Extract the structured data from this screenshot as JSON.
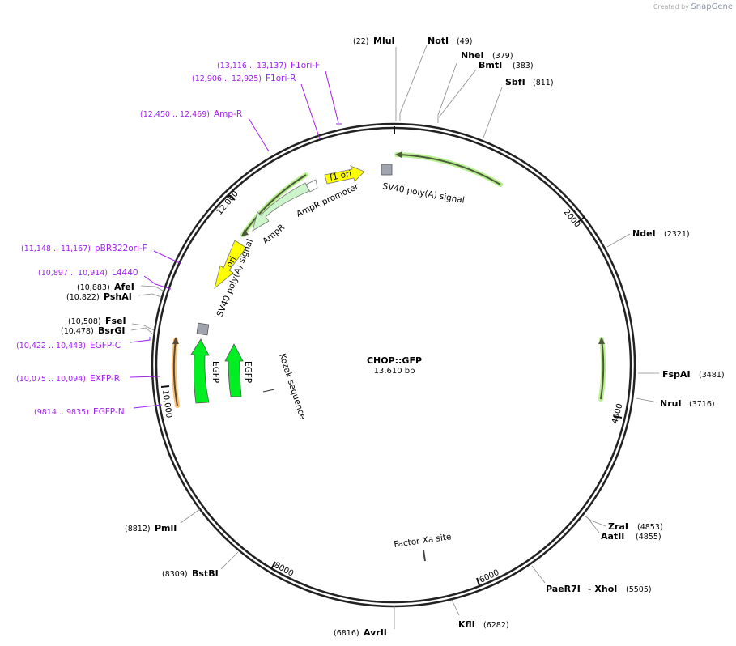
{
  "credit": {
    "prefix": "Created by",
    "brand": "SnapGene",
    "logo_color": "#3aa7e0"
  },
  "plasmid": {
    "name": "CHOP::GFP",
    "length": "13,610 bp"
  },
  "ticks": [
    "2000",
    "4000",
    "6000",
    "8000",
    "10,000",
    "12,000"
  ],
  "enzymes": [
    {
      "name": "MluI",
      "pos": "(22)"
    },
    {
      "name": "NotI",
      "pos": "(49)"
    },
    {
      "name": "NheI",
      "pos": "(379)"
    },
    {
      "name": "BmtI",
      "pos": "(383)"
    },
    {
      "name": "SbfI",
      "pos": "(811)"
    },
    {
      "name": "NdeI",
      "pos": "(2321)"
    },
    {
      "name": "FspAI",
      "pos": "(3481)"
    },
    {
      "name": "NruI",
      "pos": "(3716)"
    },
    {
      "name": "ZraI",
      "pos": "(4853)"
    },
    {
      "name": "AatII",
      "pos": "(4855)"
    },
    {
      "name": "PaeR7I",
      "pos": "(5505)"
    },
    {
      "name": "- XhoI",
      "pos": ""
    },
    {
      "name": "KflI",
      "pos": "(6282)"
    },
    {
      "name": "AvrII",
      "pos": "(6816)"
    },
    {
      "name": "BstBI",
      "pos": "(8309)"
    },
    {
      "name": "PmlI",
      "pos": "(8812)"
    },
    {
      "name": "BsrGI",
      "pos": "(10,478)"
    },
    {
      "name": "FseI",
      "pos": "(10,508)"
    },
    {
      "name": "PshAI",
      "pos": "(10,822)"
    },
    {
      "name": "AfeI",
      "pos": "(10,883)"
    }
  ],
  "primers": [
    {
      "name": "F1ori-F",
      "range": "(13,116 .. 13,137)"
    },
    {
      "name": "F1ori-R",
      "range": "(12,906 .. 12,925)"
    },
    {
      "name": "Amp-R",
      "range": "(12,450 .. 12,469)"
    },
    {
      "name": "pBR322ori-F",
      "range": "(11,148 .. 11,167)"
    },
    {
      "name": "L4440",
      "range": "(10,897 .. 10,914)"
    },
    {
      "name": "EGFP-C",
      "range": "(10,422 .. 10,443)"
    },
    {
      "name": "EXFP-R",
      "range": "(10,075 .. 10,094)"
    },
    {
      "name": "EGFP-N",
      "range": "(9814 .. 9835)"
    }
  ],
  "features": {
    "sv40_top": "SV40 poly(A) signal",
    "f1ori": "f1 ori",
    "ampr_promoter": "AmpR promoter",
    "ampr": "AmpR",
    "ori": "ori",
    "sv40_left": "SV40 poly(A) signal",
    "egfp1": "EGFP",
    "egfp2": "EGFP",
    "kozak": "Kozak sequence",
    "factor_xa": "Factor Xa site"
  },
  "colors": {
    "primer": "#a020f0",
    "ori": "#ffff00",
    "egfp": "#00ee22",
    "ampr": "#ccf5cc",
    "sv40": "#a0a4ae",
    "orf_glow": "#b8f090",
    "orange_glow": "#ffc070"
  }
}
